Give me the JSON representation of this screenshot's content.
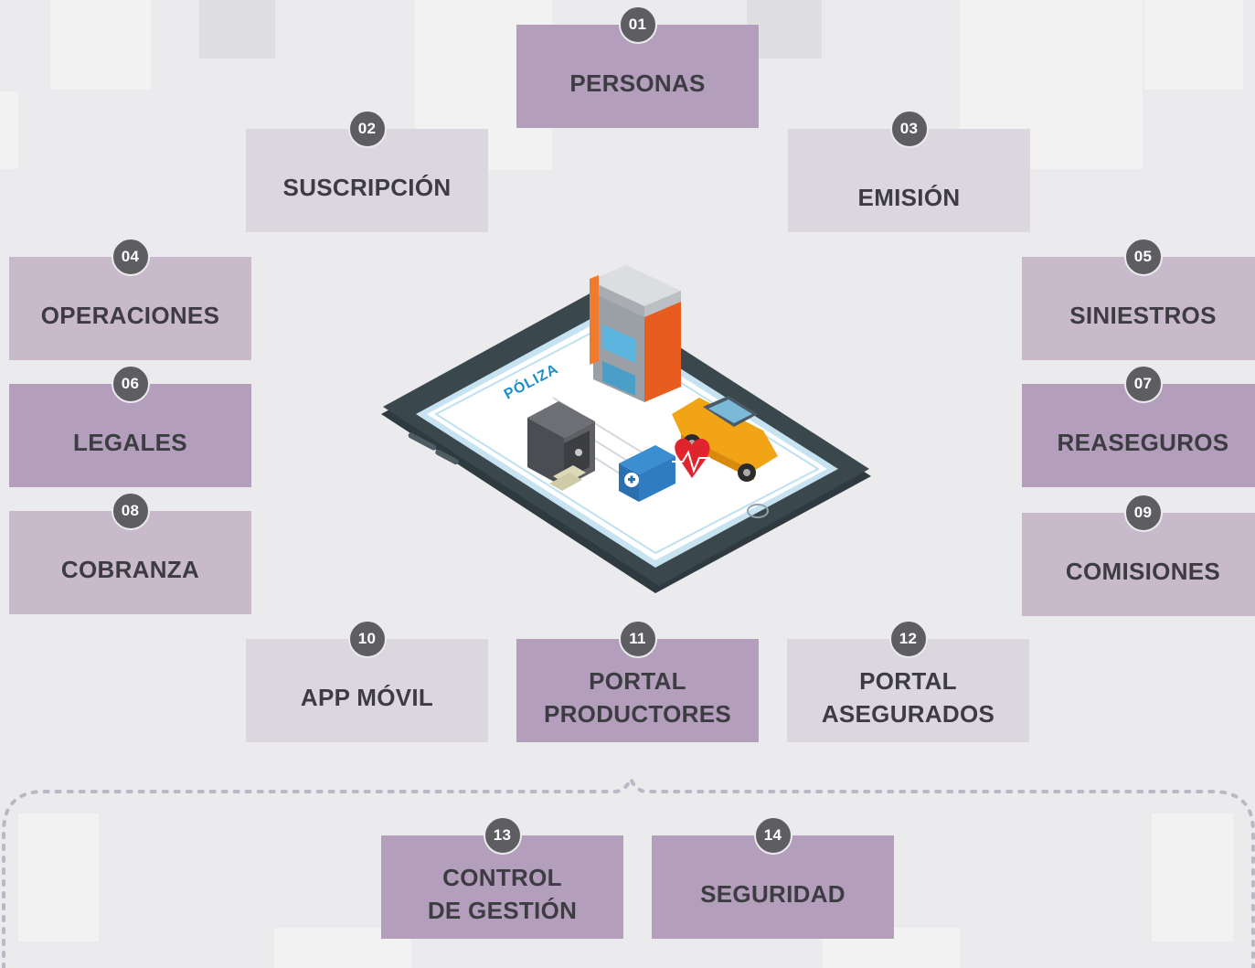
{
  "colors": {
    "background": "#ebebed",
    "tile_light": "#dcd7df",
    "tile_medium": "#c8bacb",
    "tile_dark": "#b39fbc",
    "badge": "#5e5e62",
    "text": "#3c3c42",
    "policy_text": "#1b8ec7"
  },
  "modules": [
    {
      "number": "01",
      "label": "PERSONAS"
    },
    {
      "number": "02",
      "label": "SUSCRIPCIÓN"
    },
    {
      "number": "03",
      "label": "EMISIÓN"
    },
    {
      "number": "04",
      "label": "OPERACIONES"
    },
    {
      "number": "05",
      "label": "SINIESTROS"
    },
    {
      "number": "06",
      "label": "LEGALES"
    },
    {
      "number": "07",
      "label": "REASEGUROS"
    },
    {
      "number": "08",
      "label": "COBRANZA"
    },
    {
      "number": "09",
      "label": "COMISIONES"
    },
    {
      "number": "10",
      "label": "APP MÓVIL"
    },
    {
      "number": "11",
      "label": "PORTAL\nPRODUCTORES"
    },
    {
      "number": "12",
      "label": "PORTAL\nASEGURADOS"
    },
    {
      "number": "13",
      "label": "CONTROL\nDE GESTIÓN"
    },
    {
      "number": "14",
      "label": "SEGURIDAD"
    }
  ],
  "illustration": {
    "screen_text": "PÓLIZA",
    "icons": [
      "building-icon",
      "car-icon",
      "safe-icon",
      "medical-kit-icon",
      "heart-icon"
    ]
  }
}
